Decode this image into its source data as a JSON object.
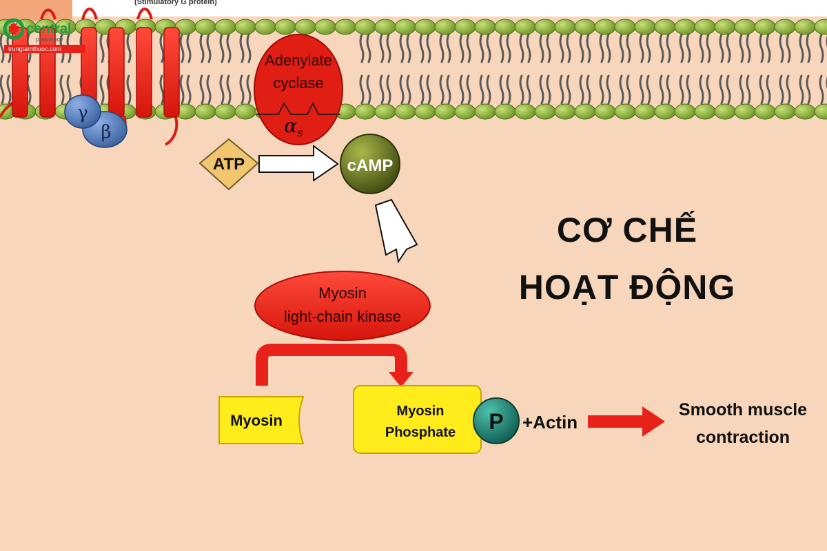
{
  "header_fragment": "(Stimulatory G protein)",
  "logo": {
    "brand": "central",
    "sub": "pharmacy",
    "url": "trungtamthuoc.com"
  },
  "membrane": {
    "receptor_subunits": {
      "gamma": "γ",
      "beta": "β"
    },
    "enzyme": {
      "line1": "Adenylate",
      "line2": "cyclase",
      "alpha": "α",
      "alpha_sub": "s"
    }
  },
  "pathway": {
    "atp": "ATP",
    "camp": "cAMP",
    "kinase": {
      "line1": "Myosin",
      "line2": "light-chain kinase"
    },
    "myosin": "Myosin",
    "myosin_phosphate": {
      "line1": "Myosin",
      "line2": "Phosphate"
    },
    "phosphate": "P",
    "actin": "+Actin",
    "result": {
      "line1": "Smooth muscle",
      "line2": "contraction"
    }
  },
  "heading": {
    "line1": "CƠ CHẾ",
    "line2": "HOẠT ĐỘNG"
  },
  "colors": {
    "background": "#f8d6bb",
    "lipid_head": "#8db33a",
    "receptor": "#e52b20",
    "gprotein": "#5a7fc0",
    "enzyme": "#e01e14",
    "camp": "#6e7f24",
    "atp": "#f2c66e",
    "myosin_box": "#ffec1a",
    "phosphate": "#1f8a7a",
    "arrow": "#e8221a"
  }
}
